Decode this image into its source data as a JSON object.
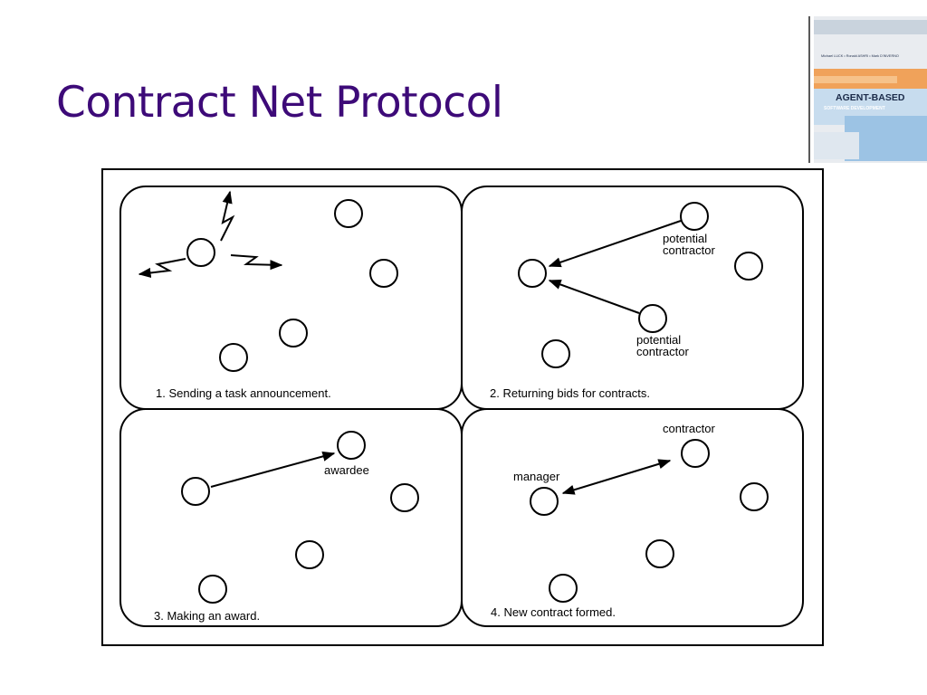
{
  "slide": {
    "title": "Contract Net Protocol"
  },
  "book_cover": {
    "authors_line": "Michael LUCK • Ronald ASHRI • Mark D'INVERNO",
    "title_line1": "AGENT-BASED",
    "title_line2": "SOFTWARE DEVELOPMENT",
    "colors": {
      "top": "#e9ecf0",
      "stripe_orange": "#f0a25a",
      "stripe_blue": "#9cc3e4",
      "text": "#1c2b49"
    }
  },
  "diagram": {
    "panels": [
      {
        "caption": "1. Sending a task announcement."
      },
      {
        "caption": "2. Returning bids for contracts.",
        "label_a": "potential\ncontractor",
        "label_b": "potential\ncontractor"
      },
      {
        "caption": "3. Making an award.",
        "label": "awardee"
      },
      {
        "caption": "4. New contract formed.",
        "label_manager": "manager",
        "label_contractor": "contractor"
      }
    ]
  }
}
